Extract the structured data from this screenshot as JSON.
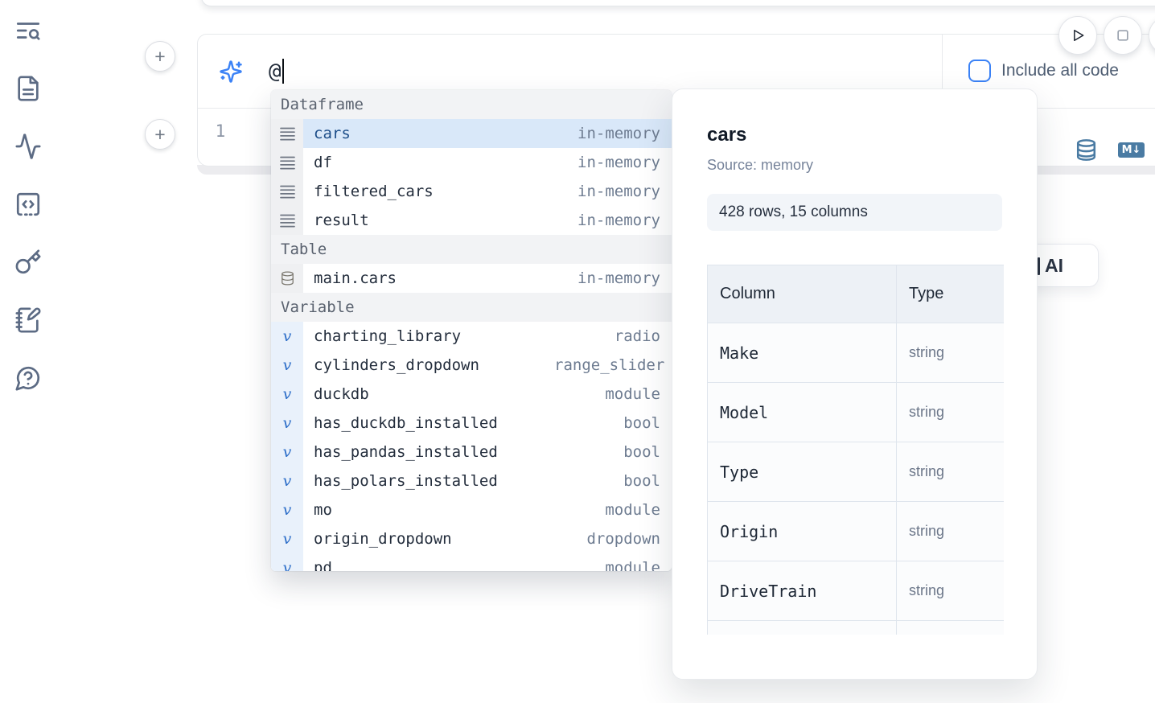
{
  "colors": {
    "accent_blue": "#3b82f6",
    "steel_blue": "#4a7ba3",
    "selected_row_bg": "#d9e8f9",
    "sidebar_icon": "#5c6b84"
  },
  "sidebar": {
    "items": [
      {
        "icon": "text-search-icon"
      },
      {
        "icon": "file-text-icon"
      },
      {
        "icon": "activity-icon"
      },
      {
        "icon": "code-square-icon"
      },
      {
        "icon": "key-icon"
      },
      {
        "icon": "notebook-pen-icon"
      },
      {
        "icon": "help-circle-icon"
      }
    ]
  },
  "add_cell_buttons": {
    "label": "+"
  },
  "run_controls": {
    "play_icon": "play-icon",
    "stop_icon": "stop-icon"
  },
  "ai_prompt": {
    "icon": "sparkles-icon",
    "value": "@",
    "include_checkbox": {
      "label": "Include all code",
      "checked": false
    }
  },
  "code_cell": {
    "line_number": "1",
    "markdown_label": "M↓",
    "icons": [
      "database-icon",
      "markdown-icon"
    ]
  },
  "ai_edit_button": {
    "visible_label": "AI"
  },
  "autocomplete": {
    "sections": [
      {
        "label": "Dataframe",
        "items": [
          {
            "name": "cars",
            "meta": "in-memory",
            "icon": "dataframe-rows-icon",
            "selected": true
          },
          {
            "name": "df",
            "meta": "in-memory",
            "icon": "dataframe-rows-icon",
            "selected": false
          },
          {
            "name": "filtered_cars",
            "meta": "in-memory",
            "icon": "dataframe-rows-icon",
            "selected": false
          },
          {
            "name": "result",
            "meta": "in-memory",
            "icon": "dataframe-rows-icon",
            "selected": false
          }
        ]
      },
      {
        "label": "Table",
        "items": [
          {
            "name": "main.cars",
            "meta": "in-memory",
            "icon": "database-icon",
            "selected": false
          }
        ]
      },
      {
        "label": "Variable",
        "items": [
          {
            "name": "charting_library",
            "meta": "radio",
            "icon": "variable-icon",
            "selected": false
          },
          {
            "name": "cylinders_dropdown",
            "meta": "range_slider",
            "icon": "variable-icon",
            "selected": false
          },
          {
            "name": "duckdb",
            "meta": "module",
            "icon": "variable-icon",
            "selected": false
          },
          {
            "name": "has_duckdb_installed",
            "meta": "bool",
            "icon": "variable-icon",
            "selected": false
          },
          {
            "name": "has_pandas_installed",
            "meta": "bool",
            "icon": "variable-icon",
            "selected": false
          },
          {
            "name": "has_polars_installed",
            "meta": "bool",
            "icon": "variable-icon",
            "selected": false
          },
          {
            "name": "mo",
            "meta": "module",
            "icon": "variable-icon",
            "selected": false
          },
          {
            "name": "origin_dropdown",
            "meta": "dropdown",
            "icon": "variable-icon",
            "selected": false
          },
          {
            "name": "pd",
            "meta": "module",
            "icon": "variable-icon",
            "selected": false
          }
        ]
      }
    ]
  },
  "preview_panel": {
    "title": "cars",
    "source": "Source: memory",
    "shape": "428 rows, 15 columns",
    "table": {
      "headers": [
        "Column",
        "Type"
      ],
      "rows": [
        [
          "Make",
          "string"
        ],
        [
          "Model",
          "string"
        ],
        [
          "Type",
          "string"
        ],
        [
          "Origin",
          "string"
        ],
        [
          "DriveTrain",
          "string"
        ]
      ]
    }
  }
}
